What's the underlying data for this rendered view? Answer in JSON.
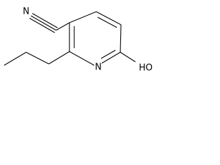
{
  "structure": {
    "atoms": {
      "nitrile_n": "N",
      "ring_n": "N",
      "hydroxy": "HO"
    },
    "colors": {
      "bond": "#000000",
      "label": "#000000",
      "background": "#ffffff"
    }
  }
}
